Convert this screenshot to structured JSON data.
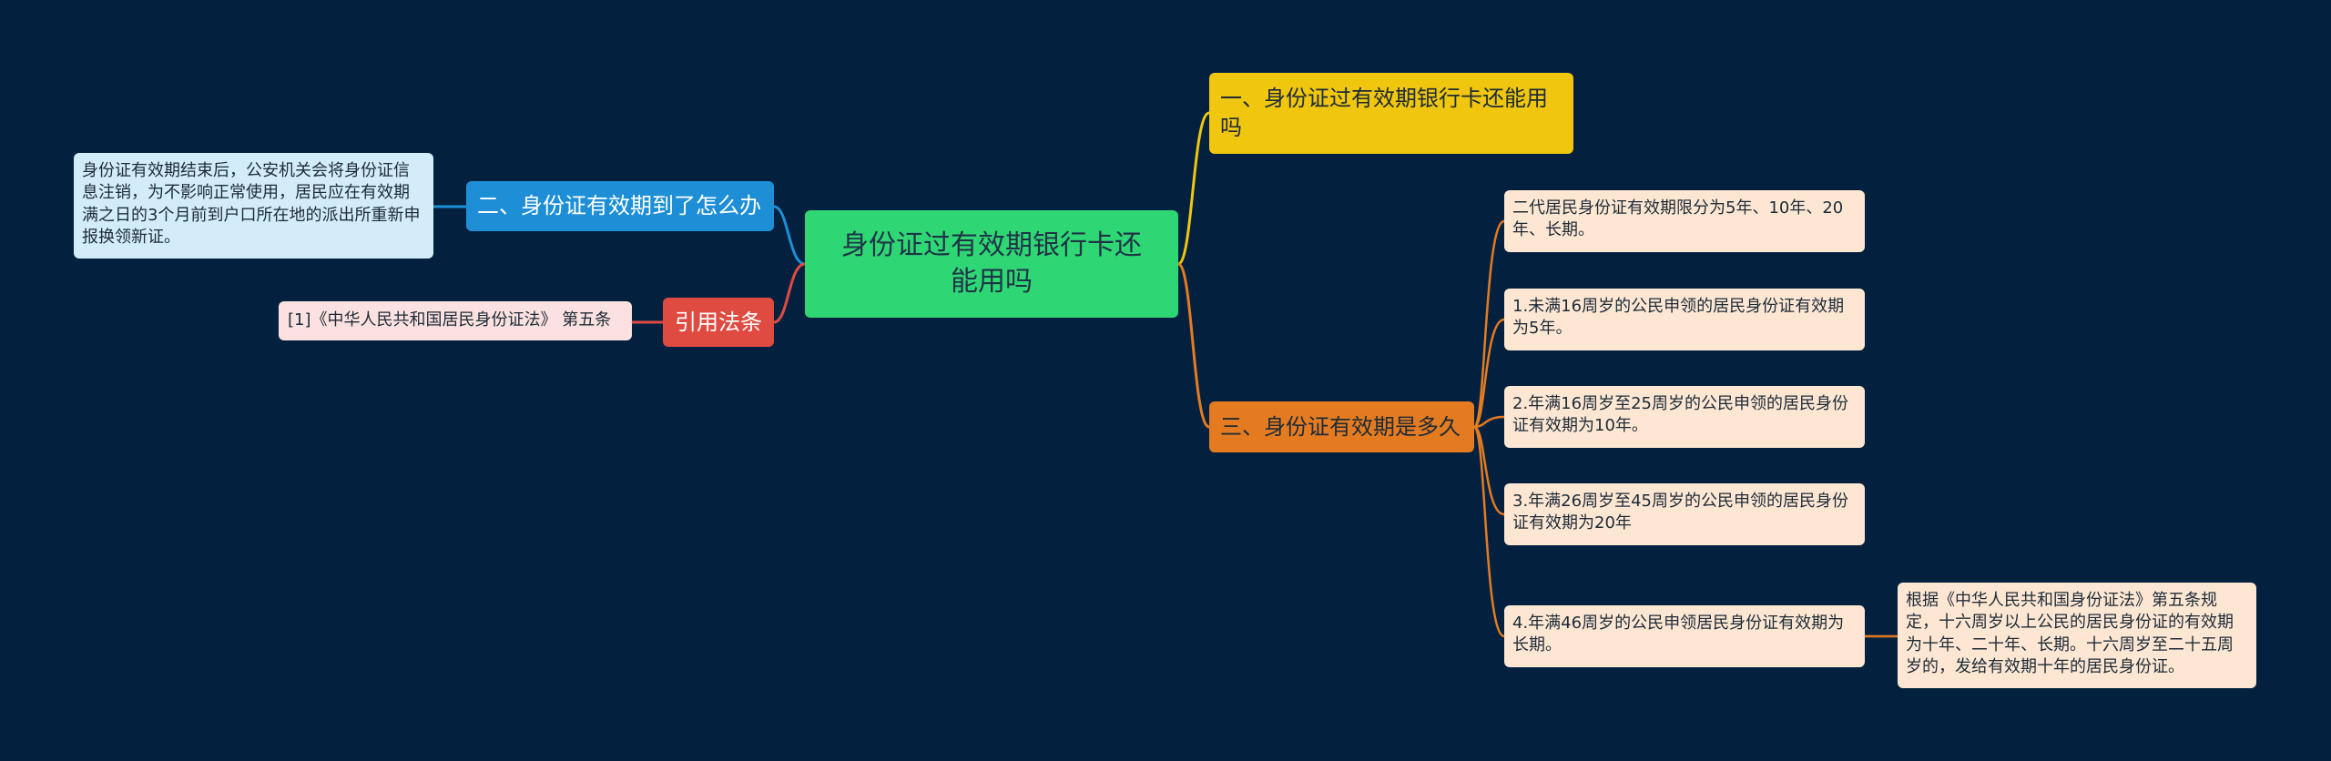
{
  "mindmap": {
    "root": {
      "text": "身份证过有效期银行卡还能用吗"
    },
    "branch1": {
      "text": "一、身份证过有效期银行卡还能用吗"
    },
    "branch2": {
      "text": "二、身份证有效期到了怎么办",
      "detail": "身份证有效期结束后，公安机关会将身份证信息注销，为不影响正常使用，居民应在有效期满之日的3个月前到户口所在地的派出所重新申报换领新证。"
    },
    "branch3": {
      "text": "三、身份证有效期是多久",
      "items": [
        "二代居民身份证有效期限分为5年、10年、20年、长期。",
        "1.未满16周岁的公民申领的居民身份证有效期为5年。",
        "2.年满16周岁至25周岁的公民申领的居民身份证有效期为10年。",
        "3.年满26周岁至45周岁的公民申领的居民身份证有效期为20年",
        "4.年满46周岁的公民申领居民身份证有效期为长期。"
      ],
      "item4_detail": "根据《中华人民共和国身份证法》第五条规定，十六周岁以上公民的居民身份证的有效期为十年、二十年、长期。十六周岁至二十五周岁的，发给有效期十年的居民身份证。"
    },
    "citation": {
      "label": "引用法条",
      "reference": "[1]《中华人民共和国居民身份证法》 第五条"
    }
  },
  "colors": {
    "background": "#03213f",
    "root": "#2fd774",
    "branch1": "#f0c60e",
    "branch2": "#1e8fd6",
    "branch3": "#e47b21",
    "citation": "#e04b41"
  }
}
